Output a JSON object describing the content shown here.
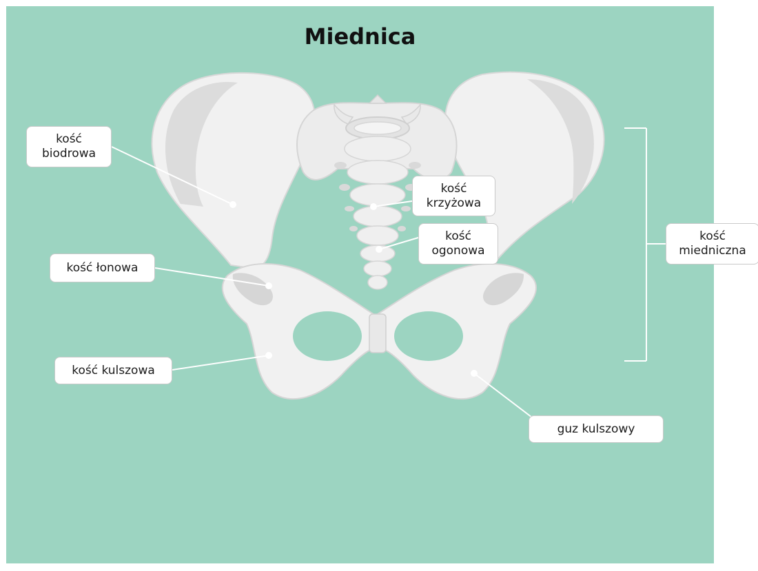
{
  "title": "Miednica",
  "labels": {
    "ilium": "kość\nbiodrowa",
    "pubis": "kość łonowa",
    "ischium": "kość kulszowa",
    "sacrum": "kość\nkrzyżowa",
    "coccyx": "kość\nogonowa",
    "hip_bone": "kość\nmiedniczna",
    "ischial_tuberosity": "guz kulszowy"
  },
  "colors": {
    "background": "#9cd4c1",
    "bone": "#f1f1f1",
    "bone_shadow": "#d6d6d6",
    "bracket": "#ffffff"
  }
}
